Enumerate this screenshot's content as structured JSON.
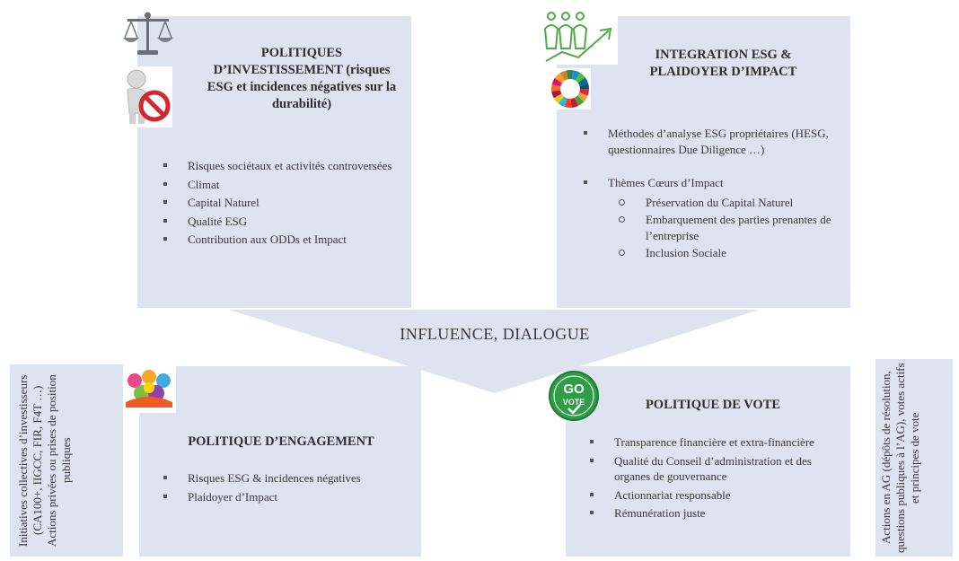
{
  "top_left": {
    "title": "POLITIQUES D’INVESTISSEMENT (risques ESG et incidences négatives sur la durabilité)",
    "items": [
      "Risques sociétaux et activités controversées",
      "Climat",
      "Capital Naturel",
      "Qualité ESG",
      "Contribution aux ODDs et Impact"
    ]
  },
  "top_right": {
    "title": "INTEGRATION ESG & PLAIDOYER D’IMPACT",
    "items": [
      {
        "label": "Méthodes d’analyse ESG propriétaires (HESG, questionnaires Due Diligence …)"
      },
      {
        "label": "Thèmes Cœurs d’Impact",
        "subitems": [
          "Préservation du Capital Naturel",
          "Embarquement des parties prenantes de l’entreprise",
          "Inclusion Sociale"
        ]
      }
    ]
  },
  "center_label": "INFLUENCE, DIALOGUE",
  "bottom_left": {
    "title": "POLITIQUE D’ENGAGEMENT",
    "items": [
      "Risques ESG & incidences négatives",
      "Plaidoyer d’Impact"
    ]
  },
  "bottom_right": {
    "title": "POLITIQUE DE VOTE",
    "items": [
      "Transparence financière et extra-financière",
      "Qualité du Conseil d’administration et des organes de gouvernance",
      "Actionnariat responsable",
      "Rémunération juste"
    ]
  },
  "side_left": "Initiatives collectives d’investisseurs (CA100+, IIGCC, FIR, F4T …) Actions privées ou prises de position publiques",
  "side_right": "Actions en AG (dépôts de résolution, questions publiques à l’AG), votes actifs et principes de vote",
  "go_vote_badge": {
    "line1": "GO",
    "line2": "VOTE"
  },
  "colors": {
    "panel": "#dde3ef",
    "funnel": "#dde3ef",
    "text": "#3a3a3a",
    "green": "#2e9e46"
  }
}
